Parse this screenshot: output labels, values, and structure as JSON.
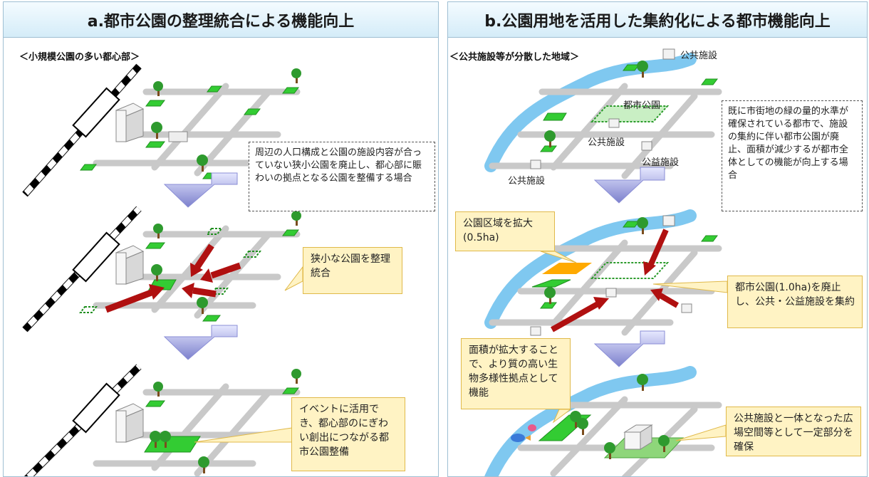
{
  "panel_a": {
    "title": "a.都市公園の整理統合による機能向上",
    "subheading": "＜小規模公園の多い都心部＞",
    "note": "周辺の人口構成と公園の施設内容が合っていない狭小公園を廃止し、都心部に賑わいの拠点となる公園を整備する場合",
    "callout_consolidate": "狭小な公園を整理統合",
    "callout_event": "イベントに活用でき、都心部のにぎわい創出につながる都市公園整備"
  },
  "panel_b": {
    "title": "b.公園用地を活用した集約化による都市機能向上",
    "subheading": "＜公共施設等が分散した地域＞",
    "labels": {
      "public_facility": "公共施設",
      "city_park": "都市公園",
      "public_interest_facility": "公益施設"
    },
    "note": "既に市街地の緑の量的水準が確保されている都市で、施設の集約に伴い都市公園が廃止、面積が減少するが都市全体としての機能が向上する場合",
    "callout_expand": "公園区域を拡大(0.5ha)",
    "callout_abolish": "都市公園(1.0ha)を廃止し、公共・公益施設を集約",
    "callout_biodiversity": "面積が拡大することで、より質の高い生物多様性拠点として機能",
    "callout_plaza": "公共施設と一体となった広場空間等として一定部分を確保"
  },
  "colors": {
    "park_green": "#33cc33",
    "road_gray": "#c9c9c9",
    "river_blue": "#7fc8f0",
    "arrow_red": "#b01010",
    "callout_fill": "#fff3c4",
    "expand_orange": "#ffaa00"
  }
}
